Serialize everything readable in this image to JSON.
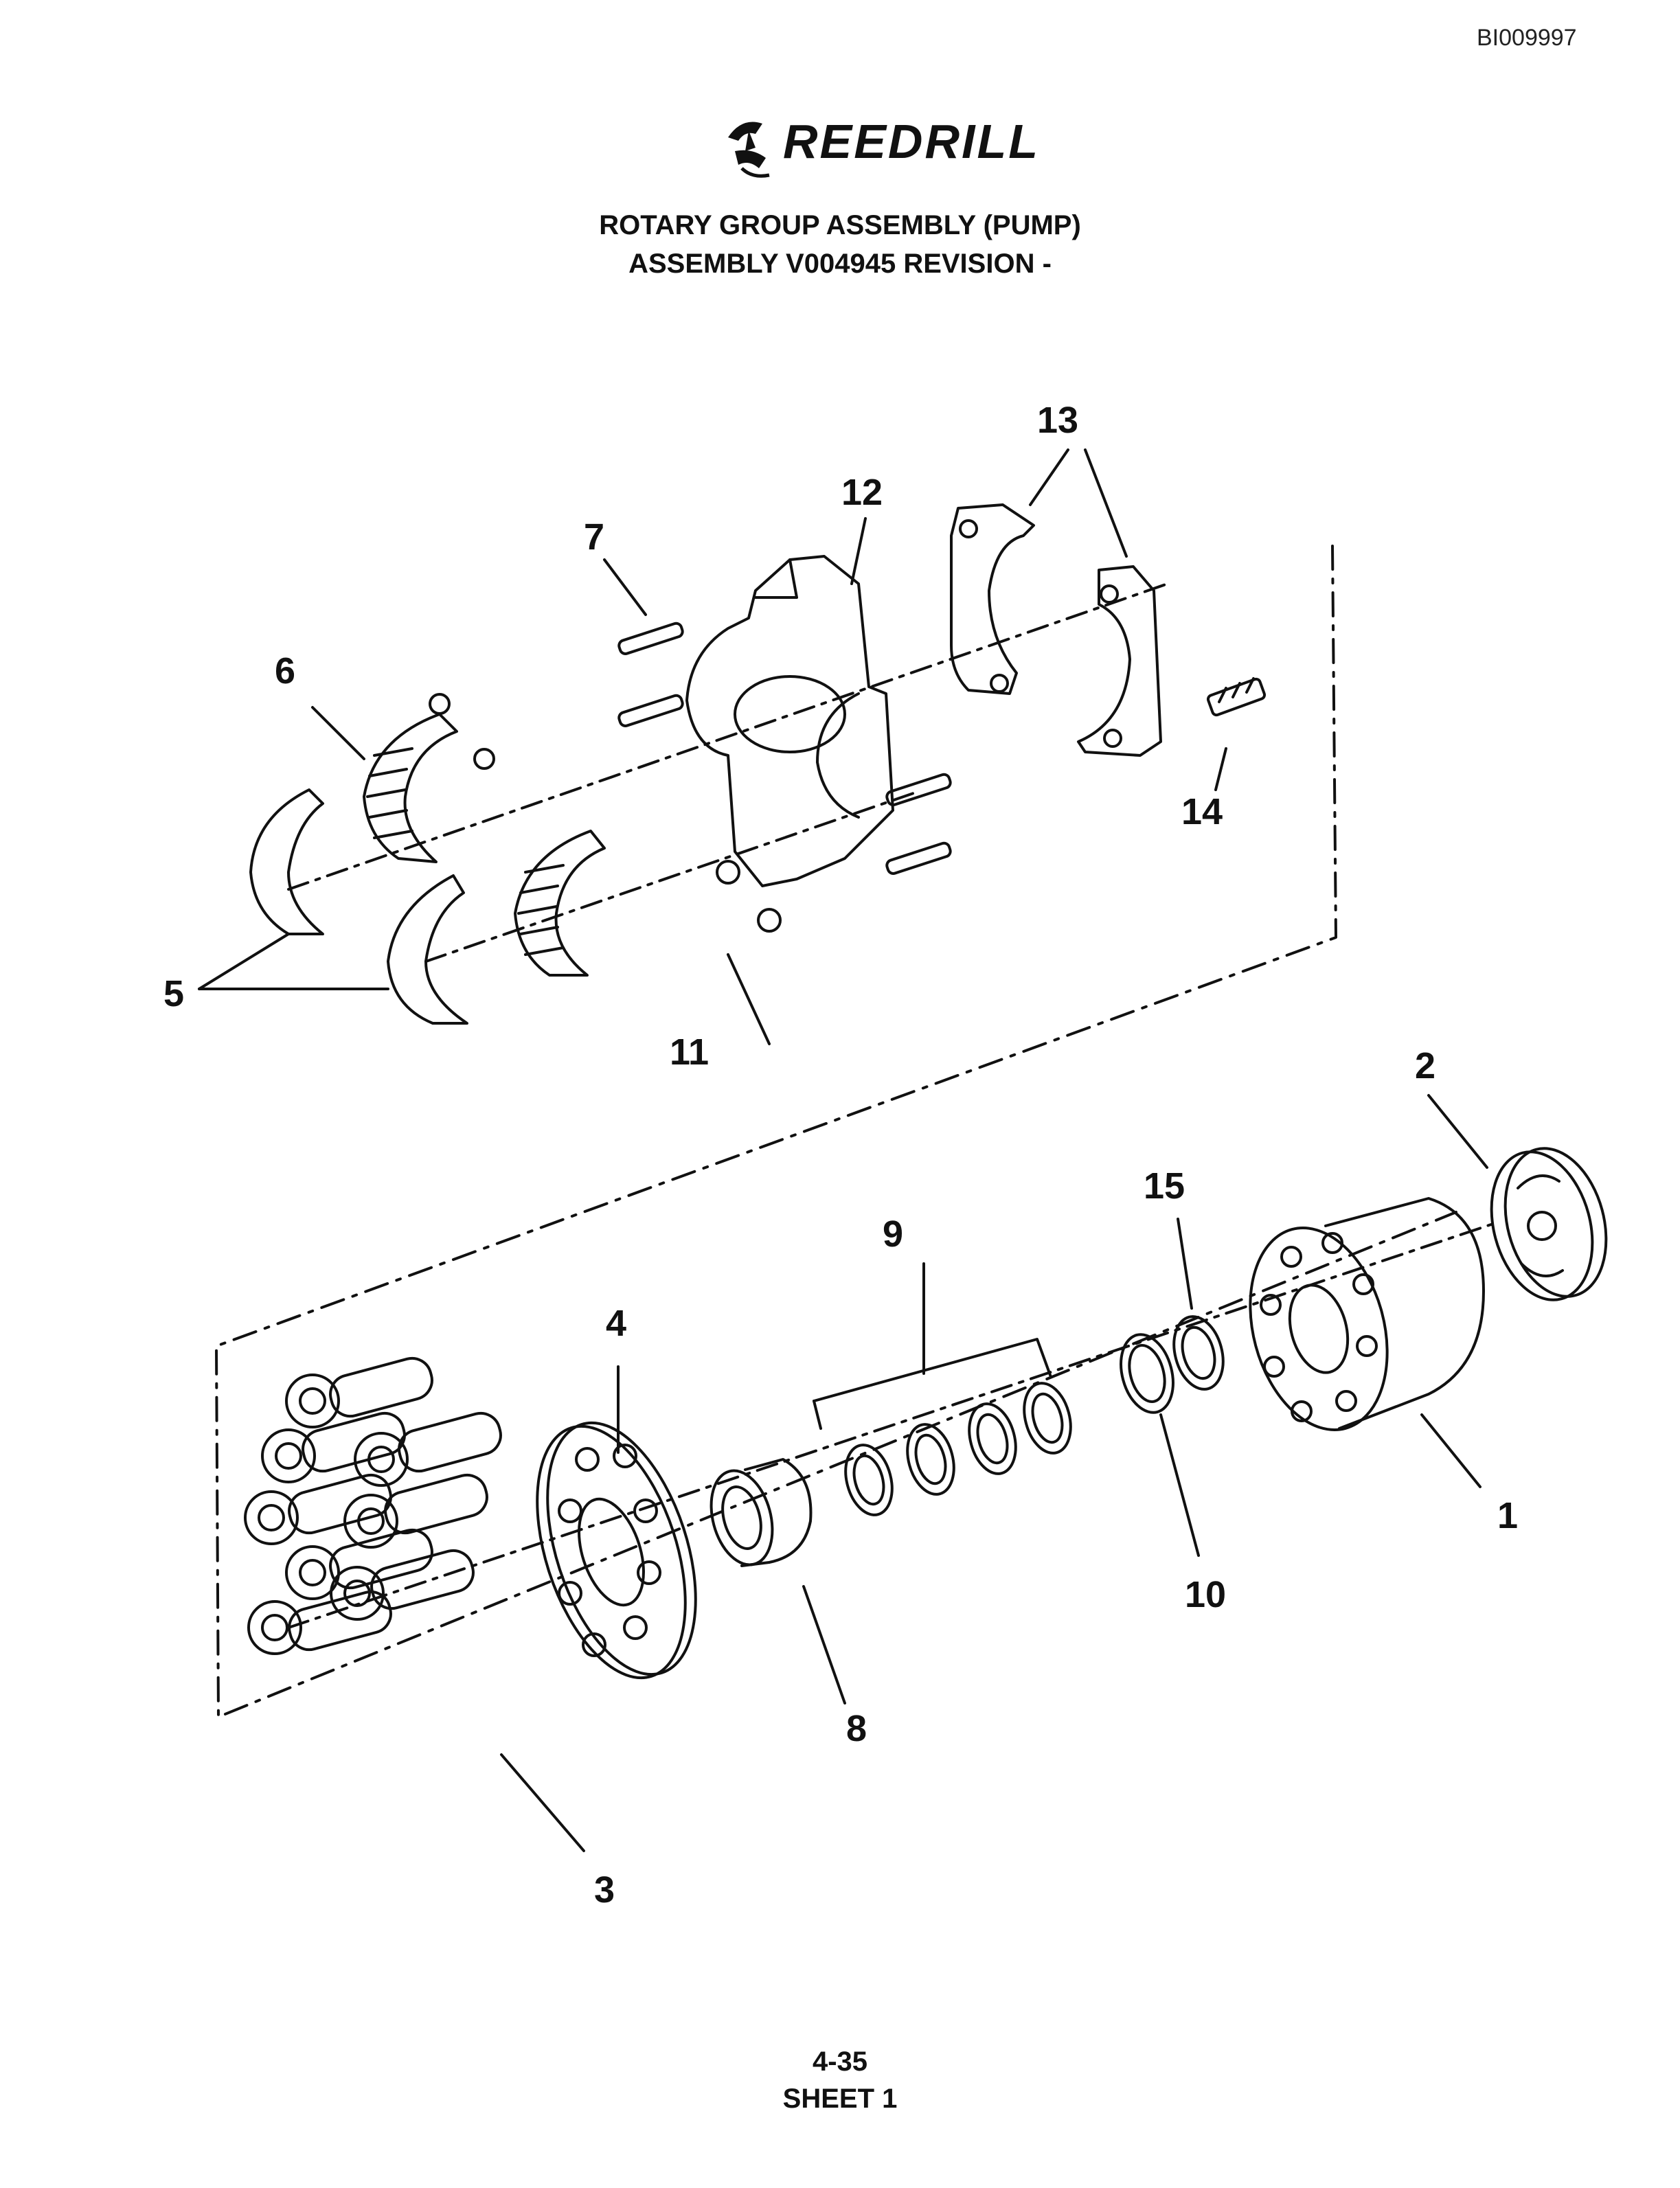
{
  "document": {
    "doc_id": "BI009997",
    "brand": "REEDRILL",
    "title_line1": "ROTARY GROUP ASSEMBLY (PUMP)",
    "title_line2": "ASSEMBLY V004945 REVISION -",
    "page_number": "4-35",
    "sheet": "SHEET 1"
  },
  "callouts": {
    "c1": "1",
    "c2": "2",
    "c3": "3",
    "c4": "4",
    "c5": "5",
    "c6": "6",
    "c7": "7",
    "c8": "8",
    "c9": "9",
    "c10": "10",
    "c11": "11",
    "c12": "12",
    "c13": "13",
    "c14": "14",
    "c15": "15"
  }
}
